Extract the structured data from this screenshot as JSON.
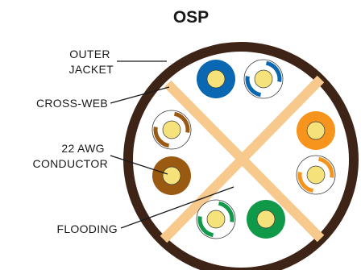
{
  "title": "OSP",
  "labels": {
    "outer_jacket": [
      "OUTER",
      "JACKET"
    ],
    "cross_web": "CROSS-WEB",
    "conductor": [
      "22 AWG",
      "CONDUCTOR"
    ],
    "flooding": "FLOODING"
  },
  "colors": {
    "jacket": "#3d2417",
    "cross_web": "#f7c98c",
    "copper": "#f5e27a",
    "blue": "#0a67b1",
    "orange": "#f7941d",
    "brown": "#9b5a12",
    "green": "#11994a",
    "white": "#ffffff",
    "leader": "#1a1a1a"
  },
  "pairs": [
    {
      "name": "blue-pair",
      "solid": "blue"
    },
    {
      "name": "orange-pair",
      "solid": "orange"
    },
    {
      "name": "green-pair",
      "solid": "green"
    },
    {
      "name": "brown-pair",
      "solid": "brown"
    }
  ]
}
